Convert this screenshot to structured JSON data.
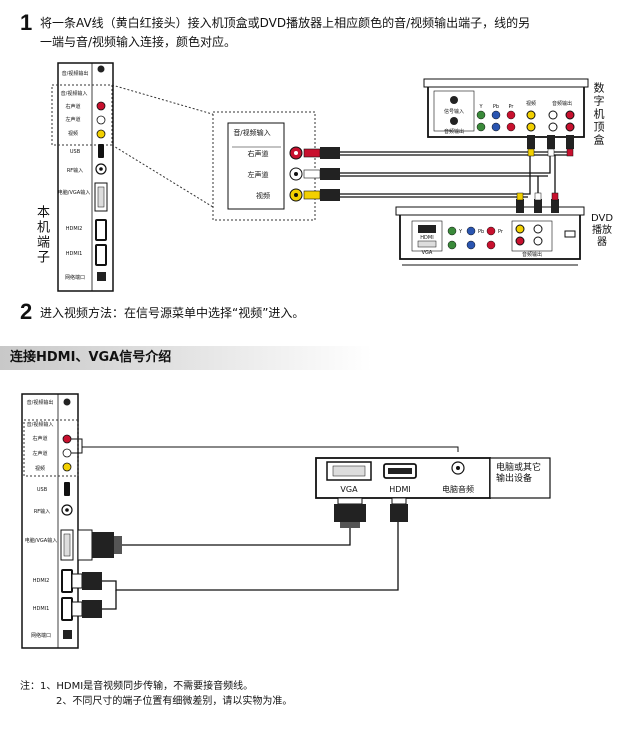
{
  "step1": {
    "number": "1",
    "line1": "将一条AV线（黄白红接头）接入机顶盒或DVD播放器上相应颜色的音/视频输出端子，线的另",
    "line2": "一端与音/视频输入连接，颜色对应。"
  },
  "step2": {
    "number": "2",
    "text": "进入视频方法：在信号源菜单中选择“视频”进入。"
  },
  "section_title": "连接HDMI、VGA信号介绍",
  "tv_panel": {
    "side_label": "本机端子",
    "av_out": "音/视频输出",
    "av_in": "音/视频输入",
    "right_ch": "右声道",
    "left_ch": "左声道",
    "video": "视频",
    "usb": "USB",
    "rf": "RF输入",
    "pc_vga": "电脑/VGA输入",
    "hdmi2": "HDMI2",
    "hdmi1": "HDMI1",
    "network": "网络端口"
  },
  "zoom_box": {
    "title": "音/视频输入",
    "right_ch": "右声道",
    "left_ch": "左声道",
    "video": "视频"
  },
  "stb": {
    "label": "数字机顶盒",
    "signal_in": "信号输入",
    "audio_out": "音频输出",
    "video": "视频",
    "audio_out2": "音频输出",
    "y": "Y",
    "pb": "Pb",
    "pr": "Pr"
  },
  "dvd": {
    "label": "DVD播放器",
    "hdmi": "HDMI",
    "vga": "VGA",
    "y": "Y",
    "pb": "Pb",
    "pr": "Pr",
    "audio_out": "音频输出"
  },
  "pc_device": {
    "label": "电脑或其它输出设备",
    "vga": "VGA",
    "hdmi": "HDMI",
    "pc_audio": "电脑音频"
  },
  "notes": {
    "note1": "注：1、HDMI是音视频同步传输，不需要接音频线。",
    "note2": "2、不同尺寸的端子位置有细微差别，请以实物为准。"
  },
  "colors": {
    "red_plug": "#c8102e",
    "yellow_plug": "#f2d000",
    "white_plug": "#f4f4f4",
    "green_jack": "#3a8a3a",
    "blue_jack": "#2a55b0",
    "section_gray": "#c8c8c8"
  }
}
